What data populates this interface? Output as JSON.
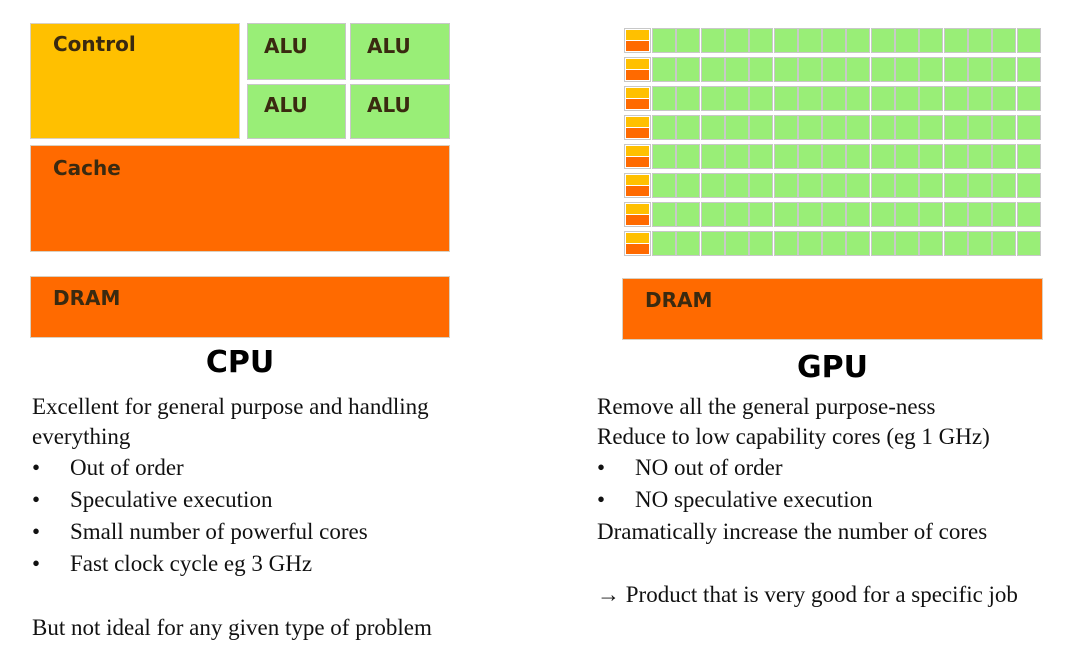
{
  "cpu": {
    "control_label": "Control",
    "alu_labels": [
      "ALU",
      "ALU",
      "ALU",
      "ALU"
    ],
    "cache_label": "Cache",
    "dram_label": "DRAM",
    "title": "CPU",
    "intro_line1": "Excellent for general purpose and handling",
    "intro_line2": "everything",
    "bullets": [
      "Out of order",
      "Speculative execution",
      "Small number of powerful cores",
      "Fast clock cycle eg 3 GHz"
    ],
    "conclusion": "But not ideal for any given type of problem"
  },
  "gpu": {
    "dram_label": "DRAM",
    "title": "GPU",
    "line1": "Remove all the general purpose-ness",
    "line2": "Reduce to low capability cores (eg 1 GHz)",
    "bullets": [
      "NO out of order",
      "NO speculative execution"
    ],
    "line3": "Dramatically increase the number of cores",
    "conclusion": "→ Product that is very good for a specific job"
  },
  "bullet_glyph": "•",
  "colors": {
    "control": "#ffc000",
    "alu": "#99ee77",
    "cache": "#ff6a00",
    "dram": "#ff6a00"
  }
}
